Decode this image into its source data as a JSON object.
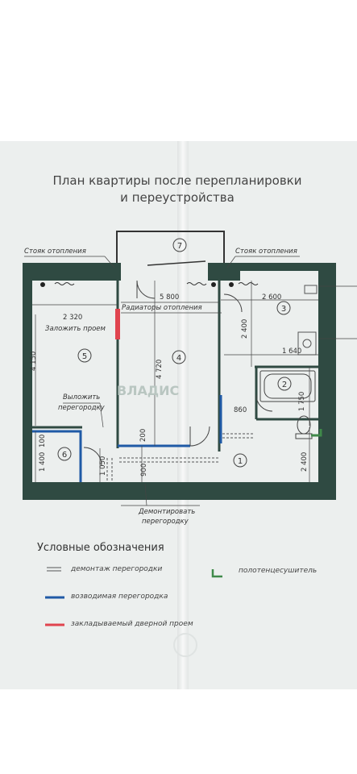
{
  "title": "План квартиры после перепланировки\nи переустройства",
  "notes": {
    "riser_left": "Стояк отопления",
    "riser_right": "Стояк отопления",
    "radiators": "Радиаторы отопления",
    "close_opening": "Заложить проем",
    "build_partition_1": "Выложить",
    "build_partition_2": "перегородку",
    "dismantle_1": "Демонтировать",
    "dismantle_2": "перегородку"
  },
  "dimensions": {
    "d_5800": "5 800",
    "d_2320": "2 320",
    "d_2600": "2 600",
    "d_4150": "4 150",
    "d_4720": "4 720",
    "d_2400_top": "2 400",
    "d_1640": "1 640",
    "d_1750": "1 750",
    "d_860": "860",
    "d_200": "200",
    "d_1400": "1 400",
    "d_100": "100",
    "d_1050": "1 050",
    "d_900": "900",
    "d_2400_bottom": "2 400"
  },
  "rooms": {
    "r1": "1",
    "r2": "2",
    "r3": "3",
    "r4": "4",
    "r5": "5",
    "r6": "6",
    "r7": "7"
  },
  "watermark": "ВЛАДИС",
  "legend": {
    "title": "Условные обозначения",
    "items": [
      {
        "symbol": "= =",
        "label": "демонтаж перегородки"
      },
      {
        "symbol": "blue-line",
        "label": "возводимая перегородка"
      },
      {
        "symbol": "red-line",
        "label": "закладываемый дверной проем"
      },
      {
        "symbol": "green-corner",
        "label": "полотенцесушитель"
      }
    ]
  },
  "colors": {
    "wall": "#2f4a42",
    "new_partition": "#1f5aa6",
    "closed_opening": "#e0444f",
    "towel_dryer": "#3f8a4a",
    "paper": "#ecefee"
  }
}
